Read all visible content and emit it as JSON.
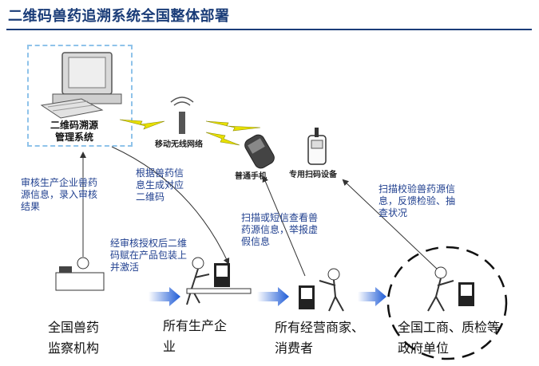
{
  "title": "二维码兽药追溯系统全国整体部署",
  "system_box": {
    "label_line1": "二维码溯源",
    "label_line2": "管理系统"
  },
  "devices": {
    "wireless": "移动无线网络",
    "phone": "普通手机",
    "scanner": "专用扫码设备"
  },
  "notes": {
    "review": [
      "审核生产企业兽药",
      "源信息，录入审核",
      "结果"
    ],
    "generate": [
      "根据兽药信",
      "息生成对应",
      "二维码"
    ],
    "authorize": [
      "经审核授权后二维",
      "码赋在产品包装上",
      "并激活"
    ],
    "scan_query": [
      "扫描或短信查看兽",
      "药源信息，举报虚",
      "假信息"
    ],
    "verify": [
      "扫描校验兽药源信",
      "息，反馈检验、抽",
      "查状况"
    ]
  },
  "actors": {
    "supervisor": [
      "全国兽药",
      "监察机构"
    ],
    "producer": [
      "所有生产企",
      "业"
    ],
    "merchant": [
      "所有经营商家、",
      "消费者"
    ],
    "government": [
      "全国工商、质检等",
      "政府单位"
    ]
  },
  "colors": {
    "title": "#1a3c78",
    "note": "#1f3f8f",
    "arrow": "#1e5bd6",
    "dash": "#8fc3ea",
    "bolt": "#e8e000"
  }
}
